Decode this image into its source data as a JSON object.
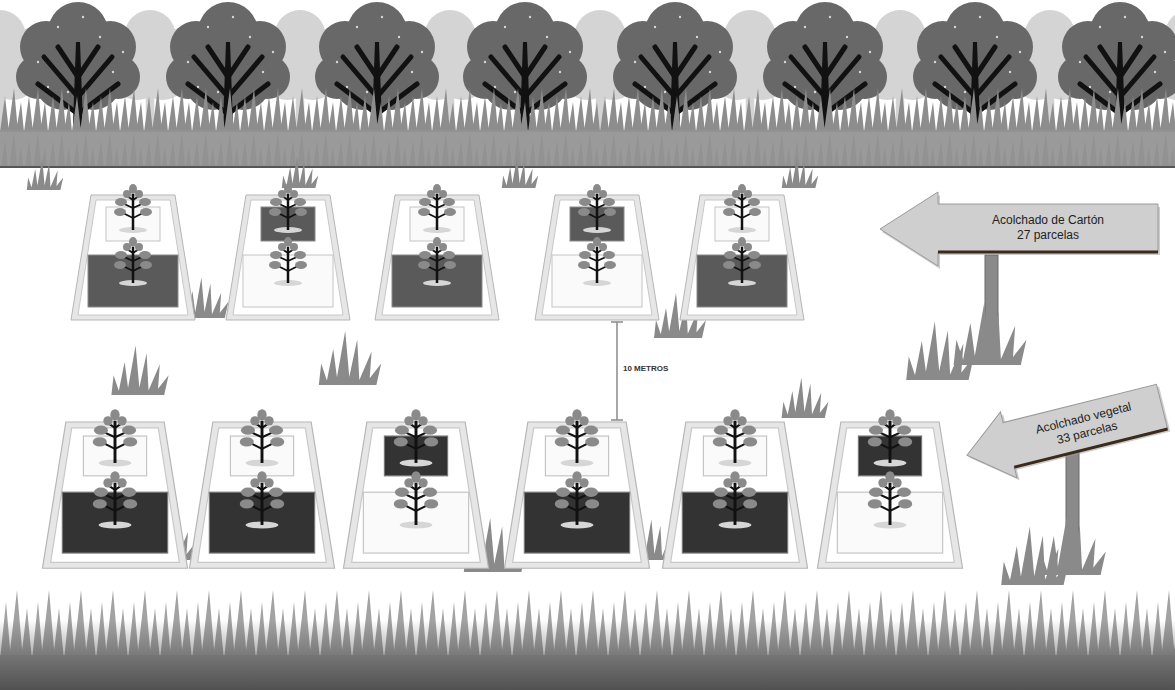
{
  "diagram": {
    "nodes": [
      {
        "text": [
          "Acolchado de Cartón",
          "27 parcelas"
        ]
      },
      {
        "text": [
          "Acolchado vegetal",
          "33 parcelas"
        ]
      }
    ],
    "labels": [
      "10 METROS"
    ]
  }
}
